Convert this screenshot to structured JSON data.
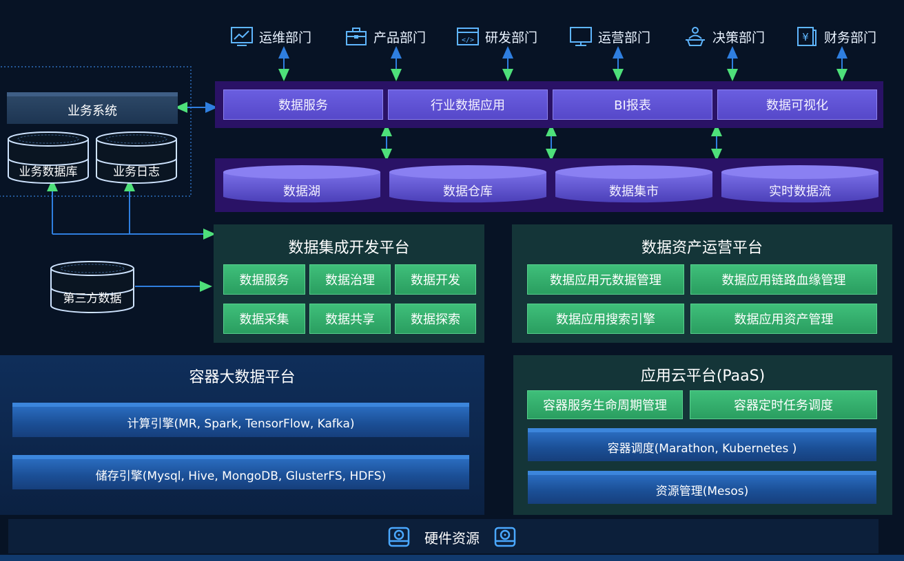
{
  "departments": [
    {
      "label": "运维部门",
      "icon": "monitor-chart-icon"
    },
    {
      "label": "产品部门",
      "icon": "briefcase-icon"
    },
    {
      "label": "研发部门",
      "icon": "code-window-icon"
    },
    {
      "label": "运营部门",
      "icon": "desktop-icon"
    },
    {
      "label": "决策部门",
      "icon": "person-desk-icon"
    },
    {
      "label": "财务部门",
      "icon": "yen-document-icon"
    }
  ],
  "business_system": "业务系统",
  "business_db": "业务数据库",
  "business_log": "业务日志",
  "third_party": "第三方数据",
  "services": [
    "数据服务",
    "行业数据应用",
    "BI报表",
    "数据可视化"
  ],
  "stores": [
    "数据湖",
    "数据仓库",
    "数据集市",
    "实时数据流"
  ],
  "integration": {
    "title": "数据集成开发平台",
    "items": [
      "数据服务",
      "数据治理",
      "数据开发",
      "数据采集",
      "数据共享",
      "数据探索"
    ]
  },
  "asset": {
    "title": "数据资产运营平台",
    "items": [
      "数据应用元数据管理",
      "数据应用链路血缘管理",
      "数据应用搜索引擎",
      "数据应用资产管理"
    ]
  },
  "container": {
    "title": "容器大数据平台",
    "compute": "计算引擎(MR, Spark, TensorFlow, Kafka)",
    "storage": "储存引擎(Mysql, Hive, MongoDB, GlusterFS, HDFS)"
  },
  "paas": {
    "title": "应用云平台(PaaS)",
    "items": [
      "容器服务生命周期管理",
      "容器定时任务调度"
    ],
    "scheduling": "容器调度(Marathon, Kubernetes )",
    "resource": "资源管理(Mesos)"
  },
  "hardware": "硬件资源",
  "colors": {
    "background": "#071325",
    "purple_band": "#2a1266",
    "service_box": "#5d51d4",
    "green_button": "#33ad6d",
    "panel": "#143538",
    "blue_bar": "#1b4f96",
    "arrow_green": "#4ee07a",
    "arrow_blue": "#2f7fe0"
  }
}
